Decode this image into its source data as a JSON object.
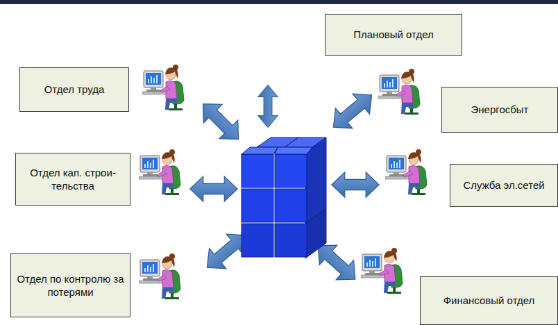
{
  "diagram": {
    "nodes": [
      {
        "text": [
          "Плановый отдел"
        ]
      },
      {
        "text": [
          "Отдел труда"
        ]
      },
      {
        "text": [
          "Энергосбыт"
        ]
      },
      {
        "text": [
          "Отдел кап. строи- тельства"
        ]
      },
      {
        "text": [
          "Служба эл.сетей"
        ]
      },
      {
        "text": [
          "Отдел по контролю за потерями"
        ]
      },
      {
        "text": [
          "Финансовый отдел"
        ]
      }
    ]
  }
}
